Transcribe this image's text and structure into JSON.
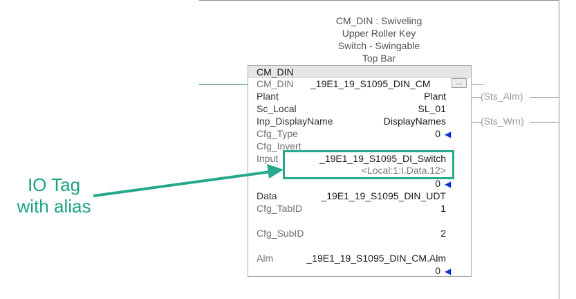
{
  "rung_comment": [
    "CM_DIN : Swiveling",
    "Upper Roller Key",
    "Switch - Swingable",
    "Top Bar"
  ],
  "block": {
    "name": "CM_DIN",
    "ellipsis_label": "...",
    "rows": {
      "cm_din": {
        "label": "CM_DIN",
        "value": "_19E1_19_S1095_DIN_CM"
      },
      "plant": {
        "label": "Plant",
        "value": "Plant"
      },
      "sc_local": {
        "label": "Sc_Local",
        "value": "SL_01"
      },
      "inp_displayname": {
        "label": "Inp_DisplayName",
        "value": "DisplayNames"
      },
      "cfg_type": {
        "label": "Cfg_Type",
        "value": "0"
      },
      "cfg_invert": {
        "label": "Cfg_Invert"
      },
      "input": {
        "label": "Input",
        "value": "_19E1_19_S1095_DI_Switch",
        "alias": "<Local:1:I.Data.12>",
        "live_value": "0"
      },
      "data": {
        "label": "Data",
        "value": "_19E1_19_S1095_DIN_UDT"
      },
      "cfg_tabid": {
        "label": "Cfg_TabID",
        "value": "1"
      },
      "cfg_subid": {
        "label": "Cfg_SubID",
        "value": "2"
      },
      "alm": {
        "label": "Alm",
        "value": "_19E1_19_S1095_DIN_CM.Alm",
        "live_value": "0"
      }
    }
  },
  "outputs": {
    "sts_alm": "Sts_Alm",
    "sts_wrn": "Sts_Wrn"
  },
  "annotation": [
    "IO Tag",
    "with alias"
  ],
  "colors": {
    "annotation": "#1aa37f",
    "highlight": "#25a88b",
    "arrow": "#0b2fd6"
  }
}
